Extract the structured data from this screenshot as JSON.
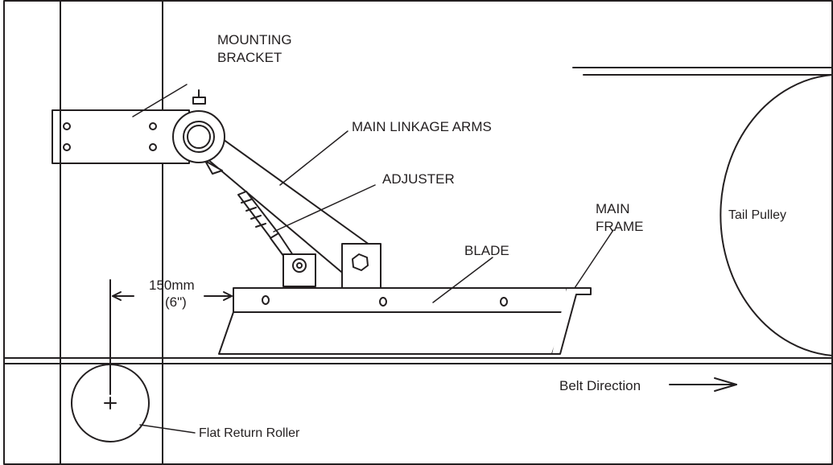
{
  "labels": {
    "mounting_bracket_1": "MOUNTING",
    "mounting_bracket_2": "BRACKET",
    "main_linkage_arms": "MAIN LINKAGE ARMS",
    "adjuster": "ADJUSTER",
    "main_frame_1": "MAIN",
    "main_frame_2": "FRAME",
    "blade": "BLADE",
    "tail_pulley": "Tail Pulley",
    "distance_1": "150mm",
    "distance_2": "(6\")",
    "belt_direction": "Belt Direction",
    "flat_return_roller": "Flat Return Roller"
  },
  "colors": {
    "line": "#231f20",
    "background": "#ffffff"
  }
}
